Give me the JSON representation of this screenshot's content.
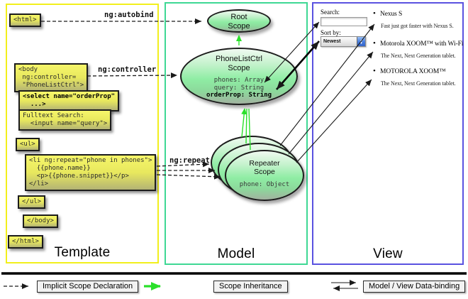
{
  "columns": {
    "template": {
      "label": "Template"
    },
    "model": {
      "label": "Model"
    },
    "view": {
      "label": "View"
    }
  },
  "template": {
    "boxes": {
      "html_open": {
        "lines": [
          "<html>"
        ]
      },
      "body_open": {
        "lines": [
          "<body",
          " ng:controller=",
          " \"PhoneListCtrl\">"
        ]
      },
      "select": {
        "lines": [
          "<select name=\"orderProp\"",
          "  ...>"
        ]
      },
      "fulltext": {
        "lines": [
          "Fulltext Search:",
          "  <input name=\"query\">"
        ]
      },
      "ul_open": {
        "lines": [
          "<ul>"
        ]
      },
      "li_repeat": {
        "lines": [
          "<li ng:repeat=\"phone in phones\">",
          "  {{phone.name}}",
          "  <p>{{phone.snippet}}</p>",
          "</li>"
        ]
      },
      "ul_close": {
        "lines": [
          "</ul>"
        ]
      },
      "body_close": {
        "lines": [
          "</body>"
        ]
      },
      "html_close": {
        "lines": [
          "</html>"
        ]
      }
    },
    "labels": {
      "autobind": "ng:autobind",
      "controller": "ng:controller",
      "repeat": "ng:repeat"
    }
  },
  "model": {
    "root_scope": {
      "title_line1": "Root",
      "title_line2": "Scope"
    },
    "phonelist_scope": {
      "title_line1": "PhoneListCtrl",
      "title_line2": "Scope",
      "props": [
        "phones: Array",
        "query: String"
      ],
      "prop_bold": "orderProp: String"
    },
    "repeater_scope": {
      "title_line1": "Repeater",
      "title_line2": "Scope",
      "prop": "phone: Object"
    }
  },
  "view": {
    "search_label": "Search:",
    "search_value": "",
    "sort_label": "Sort by:",
    "sort_value": "Newest",
    "items": [
      {
        "name": "Nexus S",
        "desc": "Fast just got faster with Nexus S."
      },
      {
        "name": "Motorola XOOM™  with Wi-Fi",
        "desc": "The Next, Next Generation tablet."
      },
      {
        "name": "MOTOROLA XOOM™",
        "desc": "The Next, Next Generation tablet."
      }
    ]
  },
  "legend": {
    "implicit": "Implicit Scope Declaration",
    "inheritance": "Scope Inheritance",
    "databinding": "Model / View Data-binding"
  },
  "icons": {
    "bullet": "•",
    "stepper_up": "▲",
    "stepper_down": "▼"
  },
  "colors": {
    "template_border": "#f2ef1d",
    "model_border": "#3ed894",
    "view_border": "#5a52e0",
    "green_arrow": "#2ae02a"
  }
}
